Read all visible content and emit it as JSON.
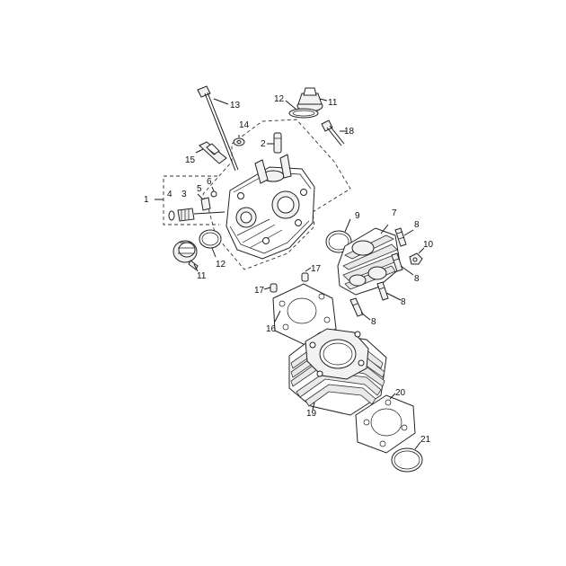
{
  "callouts": {
    "c1": "1",
    "c2": "2",
    "c3": "3",
    "c4": "4",
    "c5": "5",
    "c6": "6",
    "c7": "7",
    "c8a": "8",
    "c8b": "8",
    "c8c": "8",
    "c8d": "8",
    "c9": "9",
    "c10": "10",
    "c11a": "11",
    "c11b": "11",
    "c12a": "12",
    "c12b": "12",
    "c13": "13",
    "c14": "14",
    "c15": "15",
    "c16": "16",
    "c17a": "17",
    "c17b": "17",
    "c18": "18",
    "c19": "19",
    "c20": "20",
    "c21": "21"
  }
}
